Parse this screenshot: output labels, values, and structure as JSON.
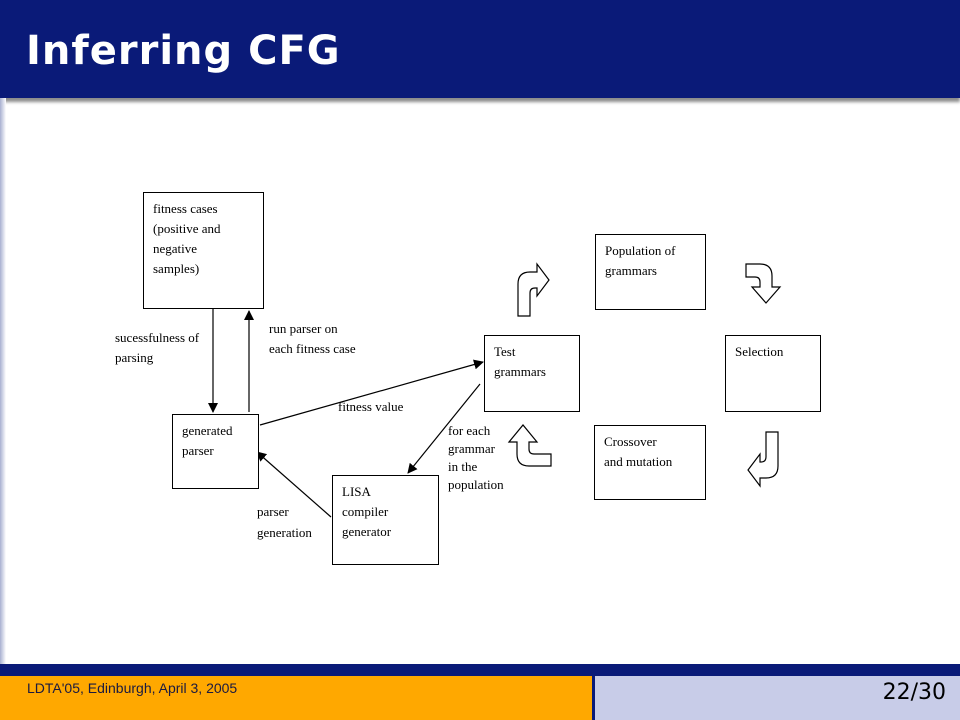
{
  "slide": {
    "title": "Inferring CFG",
    "footer": "LDTA'05, Edinburgh, April 3, 2005",
    "page_number": "22/30"
  },
  "colors": {
    "header_bg": "#0a1a78",
    "footer_left_bg": "#ffa800",
    "footer_right_bg": "#c8cce8"
  },
  "diagram": {
    "boxes": {
      "fitness_cases": [
        "fitness cases",
        "(positive and",
        "negative",
        "samples)"
      ],
      "generated_parser": [
        "generated",
        "parser"
      ],
      "lisa": [
        "LISA",
        "compiler",
        "generator"
      ],
      "test_grammars": [
        "Test",
        "grammars"
      ],
      "population": [
        "Population of",
        "grammars"
      ],
      "selection": [
        "Selection"
      ],
      "crossover": [
        "Crossover",
        "and mutation"
      ]
    },
    "labels": {
      "successfulness": [
        "sucessfulness of",
        "parsing"
      ],
      "run_parser": [
        "run parser on",
        "each fitness case"
      ],
      "fitness_value": [
        "fitness value"
      ],
      "for_each": [
        "for each",
        "grammar",
        "in the",
        "population"
      ],
      "parser_generation": [
        "parser",
        "generation"
      ]
    },
    "cycle_arrow_icons": [
      "curved-arrow-up-right",
      "curved-arrow-down-right",
      "curved-arrow-down-left",
      "curved-arrow-up-left"
    ]
  }
}
